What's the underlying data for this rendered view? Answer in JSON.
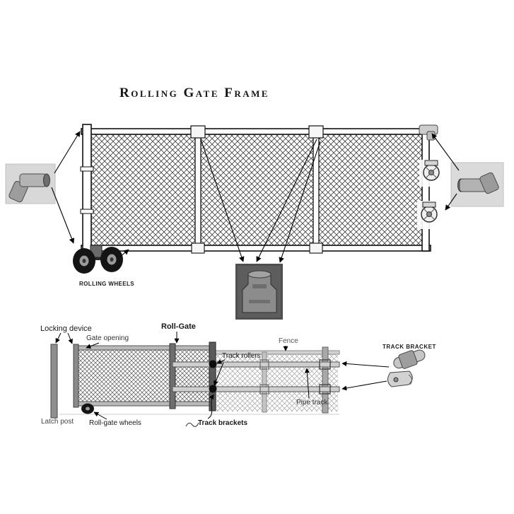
{
  "title": "Rolling Gate Frame",
  "top_diagram": {
    "rolling_wheels_label": "ROLLING WHEELS"
  },
  "bottom_diagram": {
    "labels": {
      "locking_device": "Locking device",
      "gate_opening": "Gate opening",
      "roll_gate": "Roll-Gate",
      "track_rollers": "Track rollers",
      "fence": "Fence",
      "track_bracket": "TRACK BRACKET",
      "pipe_track": "Pipe track",
      "latch_post": "Latch post",
      "roll_gate_wheels": "Roll-gate wheels",
      "track_brackets": "Track brackets"
    }
  },
  "colors": {
    "background": "#ffffff",
    "line": "#000000",
    "mesh_dark": "#404040",
    "mesh_light": "#a3a3a3"
  }
}
